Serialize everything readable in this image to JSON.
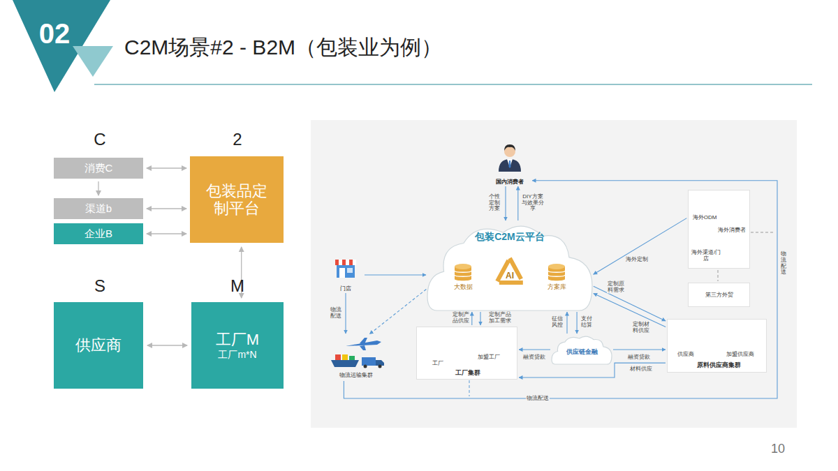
{
  "diagram": {
    "title": "C2M场景#2 - B2M（包装业为例）",
    "nodes": [
      {
        "text": [
          "消费C"
        ]
      },
      {
        "text": [
          "渠道b"
        ]
      },
      {
        "text": [
          "企业B"
        ]
      },
      {
        "text": [
          "包装品定制平台"
        ]
      },
      {
        "text": [
          "供应商"
        ]
      },
      {
        "text": [
          "工厂M",
          "工厂m*N"
        ]
      },
      {
        "text": [
          "国内消费者"
        ]
      },
      {
        "text": [
          "包装C2M云平台"
        ]
      },
      {
        "text": [
          "大数据"
        ],
        "in": 7
      },
      {
        "text": [
          "AI"
        ],
        "in": 7
      },
      {
        "text": [
          "方案库"
        ],
        "in": 7
      },
      {
        "text": [
          "门店"
        ]
      },
      {
        "text": [
          "海外ODM",
          "海外消费者",
          "海外渠道/门店"
        ]
      },
      {
        "text": [
          "第三方外贸"
        ]
      },
      {
        "text": [
          "工厂",
          "加盟工厂",
          "工厂集群"
        ]
      },
      {
        "text": [
          "供应链金融"
        ]
      },
      {
        "text": [
          "供应商",
          "加盟供应商",
          "原料供应商集群"
        ]
      },
      {
        "text": [
          "物流运输集群"
        ]
      }
    ],
    "edges": [
      {
        "from": 0,
        "to": 3,
        "arrow": "both"
      },
      {
        "from": 1,
        "to": 3,
        "arrow": "both"
      },
      {
        "from": 2,
        "to": 3,
        "arrow": "both"
      },
      {
        "from": 0,
        "to": 1,
        "arrow": "to"
      },
      {
        "from": 3,
        "to": 5,
        "arrow": "both"
      },
      {
        "from": 4,
        "to": 5,
        "arrow": "both"
      },
      {
        "from": 6,
        "to": 7,
        "label": "个性定制方案",
        "arrow": "to"
      },
      {
        "from": 7,
        "to": 6,
        "label": "DIY方案与效果分享",
        "arrow": "to"
      },
      {
        "from": 11,
        "to": 7,
        "arrow": "to"
      },
      {
        "from": 11,
        "to": 17,
        "label": "物流配送",
        "arrow": "to"
      },
      {
        "from": 12,
        "to": 7,
        "label": "海外定制",
        "arrow": "to"
      },
      {
        "from": 7,
        "to": 16,
        "label": "定制原料需求",
        "arrow": "to"
      },
      {
        "from": 16,
        "to": 7,
        "label": "定制材料供应",
        "arrow": "to"
      },
      {
        "from": 14,
        "to": 7,
        "label": "定制产品供应",
        "arrow": "to"
      },
      {
        "from": 7,
        "to": 14,
        "label": "定制产品加工需求",
        "arrow": "to"
      },
      {
        "from": 15,
        "to": 7,
        "label": "征信风控",
        "arrow": "to"
      },
      {
        "from": 7,
        "to": 15,
        "label": "支付结算",
        "arrow": "to"
      },
      {
        "from": 15,
        "to": 14,
        "label": "融资贷款",
        "arrow": "to"
      },
      {
        "from": 15,
        "to": 16,
        "label": "融资贷款",
        "arrow": "to"
      },
      {
        "from": 16,
        "to": 14,
        "label": "材料供应",
        "arrow": "to"
      },
      {
        "from": 17,
        "to": 6,
        "label": "物流配送",
        "arrow": "to"
      },
      {
        "from": 7,
        "to": 17,
        "arrow": "to"
      }
    ],
    "labels": [
      "02",
      "C",
      "2",
      "S",
      "M",
      "物流配送",
      "10"
    ]
  }
}
